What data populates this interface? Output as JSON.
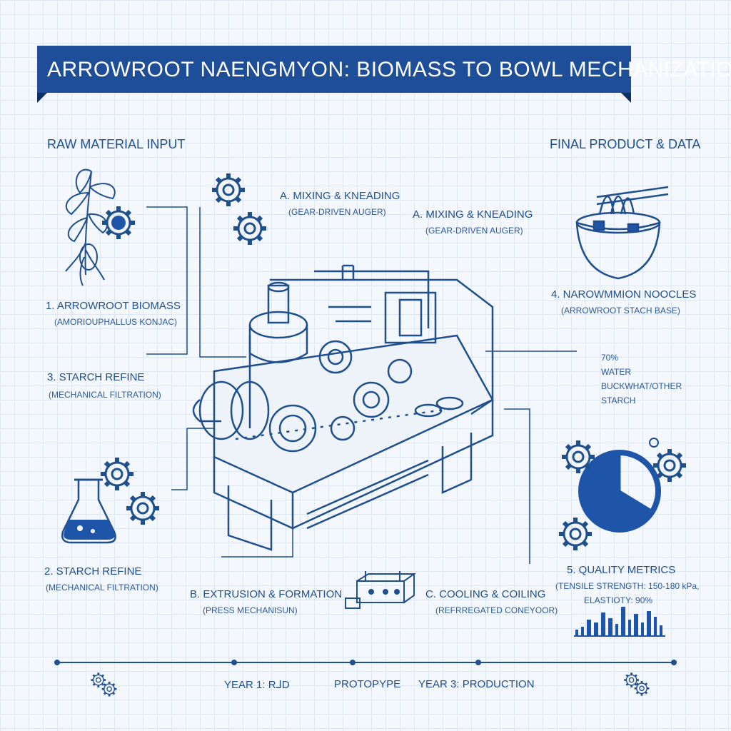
{
  "title": "ARROWROOT NAENGMYON: BIOMASS TO BOWL MECHANIZATION",
  "sections": {
    "left_header": "RAW MATERIAL INPUT",
    "right_header": "FINAL PRODUCT & DATA"
  },
  "steps": {
    "mix_a": {
      "title": "A. MIXING & KNEADING",
      "sub": "(GEAR-DRIVEN AUGER)"
    },
    "mix_b": {
      "title": "A. MIXING & KNEADING",
      "sub": "(GEAR-DRIVEN AUGER)"
    },
    "biomass": {
      "title": "1. ARROWROOT BIOMASS",
      "sub": "(AMORIOUPHALLUS KONJAC)"
    },
    "starch_3": {
      "title": "3. STARCH REFINE",
      "sub": "(MECHANICAL FILTRATION)"
    },
    "starch_2": {
      "title": "2. STARCH REFINE",
      "sub": "(MECHANICAL FILTRATION)"
    },
    "extrusion": {
      "title": "B. EXTRUSION & FORMATION",
      "sub": "(PRESS MECHANISUN)"
    },
    "cooling": {
      "title": "C. COOLING & COILING",
      "sub": "(REFRREGATED CONEYOOR)"
    },
    "noodles": {
      "title": "4. NAROWMMION NOOCLES",
      "sub": "(ARROWROOT STACH BASE)"
    },
    "quality": {
      "title": "5. QUALITY METRICS",
      "line1": "(TENSILE STRENGTH: 150-180 kPa,",
      "line2": "ELASTIOTY: 90%"
    }
  },
  "composition": {
    "percent": "70%",
    "line1": "WATER",
    "line2": "BUCKWHAT/OTHER",
    "line3": "STARCH"
  },
  "timeline": {
    "year1": "YEAR 1: R⅃D",
    "prototype": "PROTOPYPE",
    "year3": "YEAR 3: PRODUCTION"
  },
  "colors": {
    "ink": "#1f4f8c",
    "banner": "#1d4e97",
    "accent": "#1e55a8",
    "grid": "#dde6f1"
  }
}
